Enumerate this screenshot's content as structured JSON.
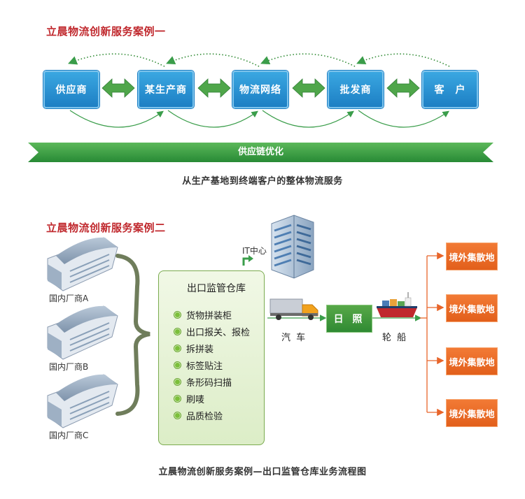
{
  "case1": {
    "title": "立晨物流创新服务案例一",
    "nodes": [
      "供应商",
      "某生产商",
      "物流网络",
      "批发商",
      "客　户"
    ],
    "band": "供应链优化",
    "caption": "从生产基地到终端客户的整体物流服务"
  },
  "case2": {
    "title": "立晨物流创新服务案例二",
    "factories": [
      "国内厂商A",
      "国内厂商B",
      "国内厂商C"
    ],
    "it_label": "IT中心",
    "warehouse": {
      "title": "出口监管仓库",
      "items": [
        "货物拼装柜",
        "出口报关、报检",
        "拆拼装",
        "标签贴注",
        "条形码扫描",
        "刷唛",
        "品质检验"
      ]
    },
    "truck_label": "汽 车",
    "port": "日 照",
    "ship_label": "轮 船",
    "destinations": [
      "境外集散地",
      "境外集散地",
      "境外集散地",
      "境外集散地"
    ],
    "caption": "立晨物流创新服务案例—出口监管仓库业务流程图"
  },
  "colors": {
    "title_red": "#c0282d",
    "node_blue": "#1d7fc4",
    "arrow_green": "#3a9d4a",
    "warehouse_border": "#7aab4f",
    "port_green": "#2f8a33",
    "dest_orange": "#e25f1b"
  }
}
